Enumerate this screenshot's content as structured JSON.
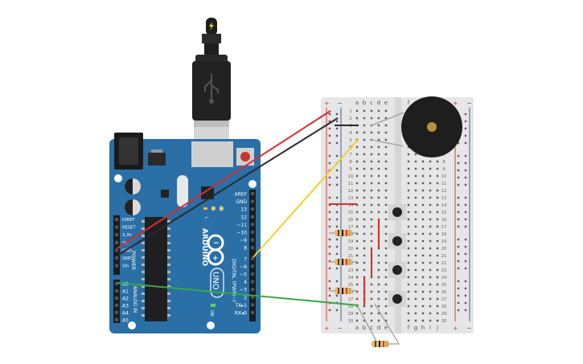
{
  "colors": {
    "board": "#2a6fa6",
    "board_dark": "#1f5a8a",
    "breadboard": "#e6e6e6",
    "rail_red": "#d83a3a",
    "rail_blue": "#3a5fa8",
    "wire_red": "#d62f2f",
    "wire_black": "#2b2b2b",
    "wire_yellow": "#f0d22a",
    "wire_green": "#3aa844",
    "buzzer": "#1e1e1e",
    "buzzer_center": "#b4913a"
  },
  "icons": {
    "usb": "usb-trident-icon",
    "lightning": "lightning-icon",
    "infinity": "arduino-infinity-logo"
  },
  "arduino": {
    "brand": "ARDUINO",
    "model": "UNO",
    "on_label": "ON",
    "tx": "TX",
    "rx": "RX",
    "l": "L",
    "digital_label": "DIGITAL (PWM~)",
    "analog_label": "ANALOG IN",
    "power_label": "POWER",
    "digital_pins": [
      "AREF",
      "GND",
      "13",
      "12",
      "~11",
      "~10",
      "~9",
      "8",
      "7",
      "~6",
      "~5",
      "4",
      "~3",
      "2",
      "TX▸1",
      "RX◂0"
    ],
    "power_pins": [
      "IOREF",
      "RESET",
      "3.3V",
      "5V",
      "GND",
      "GND",
      "Vin"
    ],
    "analog_pins": [
      "A0",
      "A1",
      "A2",
      "A3",
      "A4",
      "A5"
    ]
  },
  "breadboard": {
    "plus": "+",
    "minus": "−",
    "cols_left": [
      "a",
      "b",
      "c",
      "d",
      "e"
    ],
    "cols_right": [
      "f",
      "g",
      "h",
      "i",
      "j"
    ],
    "rows": [
      "1",
      "2",
      "3",
      "4",
      "5",
      "6",
      "7",
      "8",
      "9",
      "10",
      "11",
      "12",
      "13",
      "14",
      "15",
      "16",
      "17",
      "18",
      "19",
      "20",
      "21",
      "22",
      "23",
      "24",
      "25",
      "26",
      "27",
      "28",
      "29",
      "30"
    ]
  }
}
